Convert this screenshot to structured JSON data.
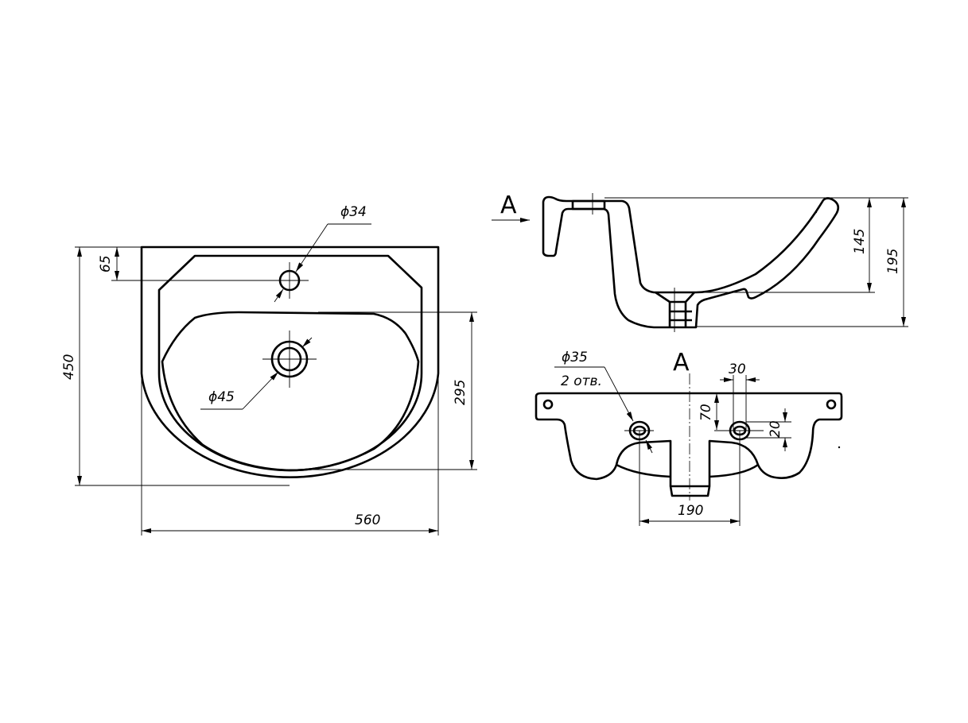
{
  "title": "Washbasin technical drawing",
  "plan_view": {
    "dim_faucet_hole": "ϕ34",
    "dim_faucet_offset": "65",
    "dim_depth": "450",
    "dim_drain_hole": "ϕ45",
    "dim_bowl_length": "295",
    "dim_width": "560"
  },
  "side_view": {
    "view_marker": "A",
    "dim_bowl_depth": "145",
    "dim_total_height": "195"
  },
  "front_view_a": {
    "view_label": "A",
    "dim_mount_hole": "ϕ35",
    "dim_mount_hole_count": "2 отв.",
    "dim_slot_width": "30",
    "dim_hole_offset": "70",
    "dim_slot_height": "20",
    "dim_hole_spacing": "190"
  }
}
